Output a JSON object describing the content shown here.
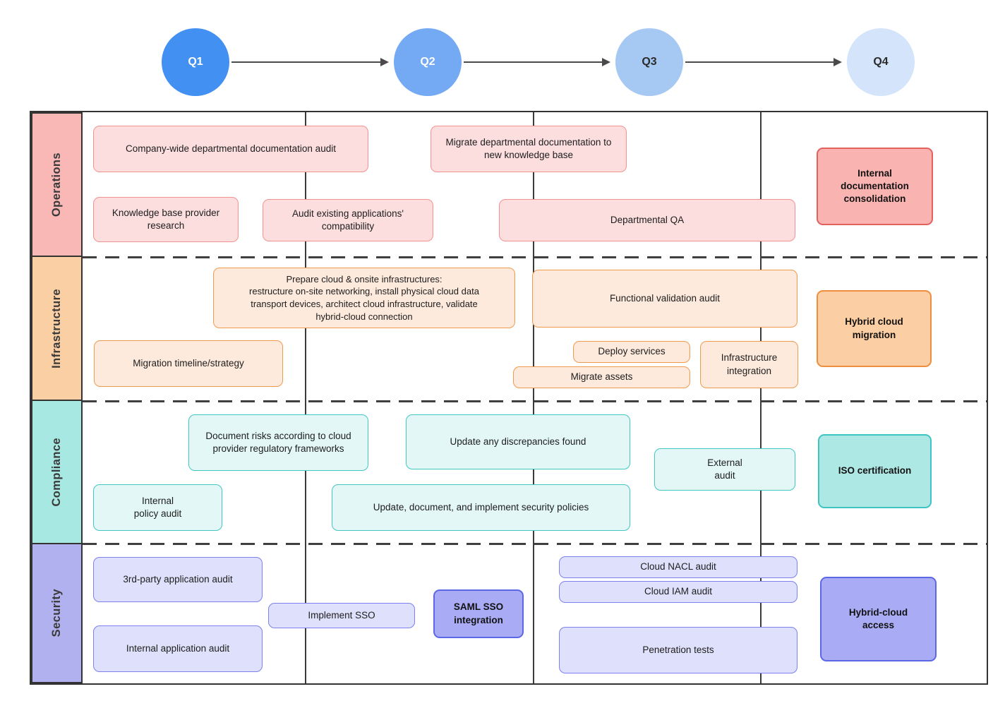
{
  "timeline": {
    "quarters": [
      {
        "label": "Q1",
        "fill": "#4190f2",
        "text_color": "#ffffff"
      },
      {
        "label": "Q2",
        "fill": "#74a9f3",
        "text_color": "#ffffff"
      },
      {
        "label": "Q3",
        "fill": "#a6c9f3",
        "text_color": "#2b2b2b"
      },
      {
        "label": "Q4",
        "fill": "#d4e4fa",
        "text_color": "#2b2b2b"
      }
    ]
  },
  "lanes": [
    {
      "label": "Operations",
      "header_fill": "#f9b8b6",
      "task_fill": "#fcdede",
      "task_border": "#f29291",
      "milestone_fill": "#f9b3b1",
      "milestone_border": "#e2615e",
      "tasks": [
        {
          "label": "Company-wide departmental documentation audit"
        },
        {
          "label": "Migrate departmental documentation to\nnew knowledge base"
        },
        {
          "label": "Knowledge base provider\nresearch"
        },
        {
          "label": "Audit existing applications'\ncompatibility"
        },
        {
          "label": "Departmental QA"
        },
        {
          "label": "Internal\ndocumentation\nconsolidation",
          "milestone": true
        }
      ]
    },
    {
      "label": "Infrastructure",
      "header_fill": "#fbcfa4",
      "task_fill": "#feeadd",
      "task_border": "#f09a4e",
      "milestone_fill": "#fbcfa3",
      "milestone_border": "#ee8f3f",
      "tasks": [
        {
          "label": "Prepare cloud & onsite infrastructures:\nrestructure on-site networking, install physical cloud data\ntransport devices, architect cloud infrastructure, validate\nhybrid-cloud connection"
        },
        {
          "label": "Migration timeline/strategy"
        },
        {
          "label": "Functional validation audit"
        },
        {
          "label": "Deploy services"
        },
        {
          "label": "Migrate assets"
        },
        {
          "label": "Infrastructure\nintegration"
        },
        {
          "label": "Hybrid cloud\nmigration",
          "milestone": true
        }
      ]
    },
    {
      "label": "Compliance",
      "header_fill": "#a7e8e2",
      "task_fill": "#e2f7f6",
      "task_border": "#43c7c3",
      "milestone_fill": "#aee8e5",
      "milestone_border": "#3fc4c4",
      "tasks": [
        {
          "label": "Document risks according to cloud\nprovider regulatory frameworks"
        },
        {
          "label": "Internal\npolicy audit"
        },
        {
          "label": "Update any discrepancies found"
        },
        {
          "label": "Update, document, and implement security policies"
        },
        {
          "label": "External\naudit"
        },
        {
          "label": "ISO certification",
          "milestone": true
        }
      ]
    },
    {
      "label": "Security",
      "header_fill": "#b0b1ee",
      "task_fill": "#dfe0fb",
      "task_border": "#7c81ee",
      "milestone_fill": "#a9acf5",
      "milestone_border": "#5c67e5",
      "tasks": [
        {
          "label": "3rd-party application audit"
        },
        {
          "label": "Internal application audit"
        },
        {
          "label": "Implement SSO"
        },
        {
          "label": "SAML SSO\nintegration",
          "milestone": true
        },
        {
          "label": "Cloud NACL audit"
        },
        {
          "label": "Cloud IAM audit"
        },
        {
          "label": "Penetration tests"
        },
        {
          "label": "Hybrid-cloud\naccess",
          "milestone": true
        }
      ]
    }
  ]
}
